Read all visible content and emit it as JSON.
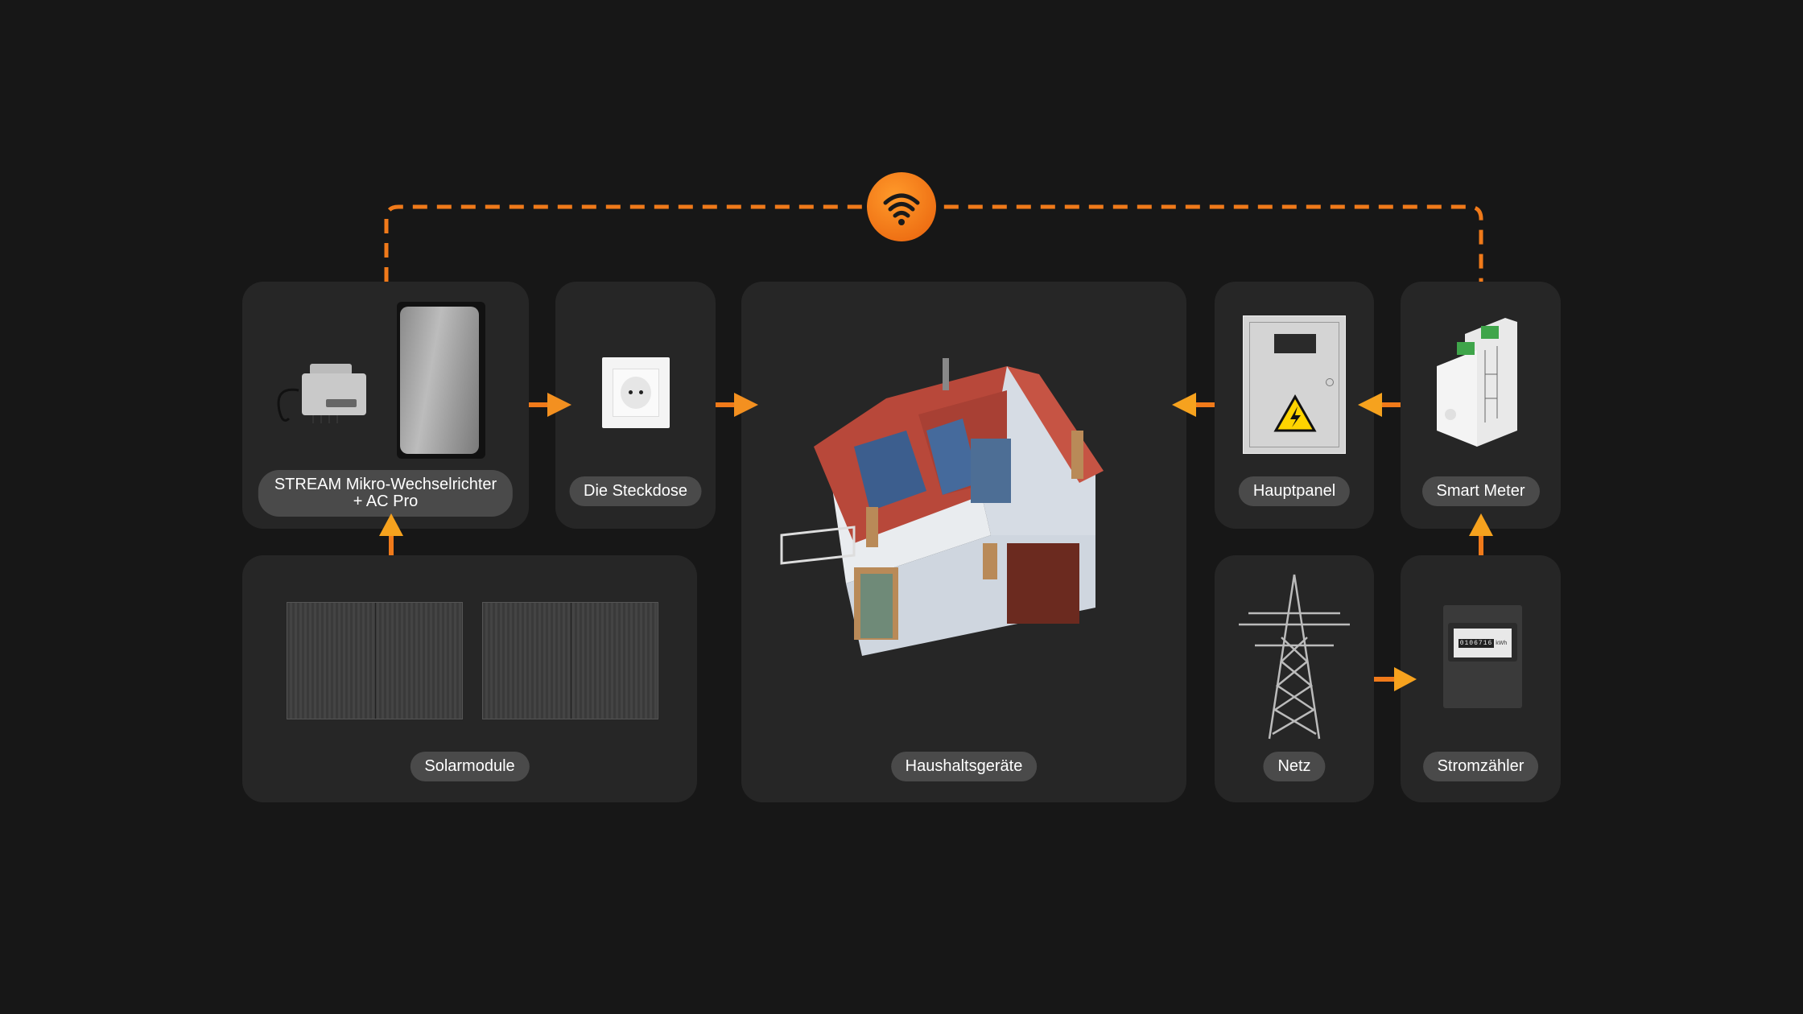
{
  "colors": {
    "background": "#171717",
    "card": "#262626",
    "pill": "#4a4a4a",
    "accent": "#f07a1a",
    "accent_light": "#f6a21e"
  },
  "wifi": {
    "icon": "wifi-icon"
  },
  "nodes": {
    "inverter": {
      "label_line1": "STREAM Mikro-Wechselrichter",
      "label_line2": "+ AC Pro"
    },
    "socket": {
      "label": "Die Steckdose"
    },
    "house": {
      "label": "Haushaltsgeräte"
    },
    "panel": {
      "label": "Hauptpanel"
    },
    "smartmeter": {
      "label": "Smart Meter"
    },
    "solar": {
      "label": "Solarmodule"
    },
    "grid": {
      "label": "Netz"
    },
    "meter": {
      "label": "Stromzähler",
      "reading": "0106716",
      "unit": "kWh"
    }
  }
}
